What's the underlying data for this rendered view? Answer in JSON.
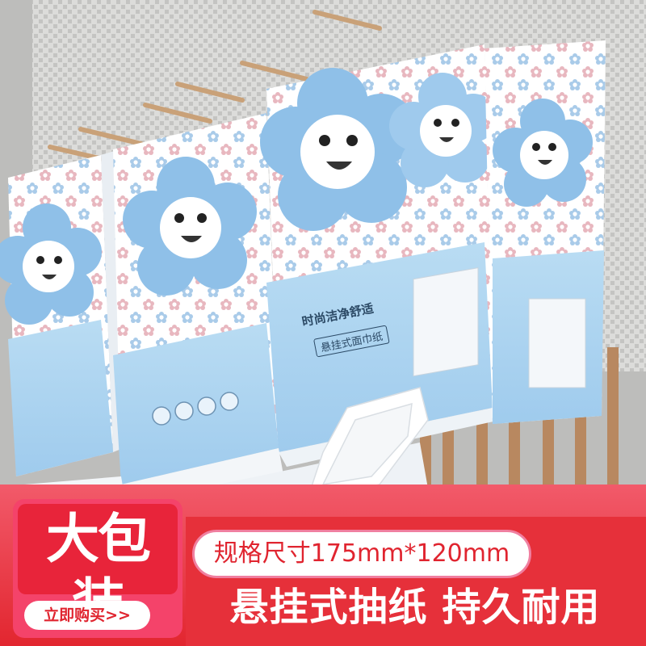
{
  "product": {
    "box_tagline": "时尚洁净舒适",
    "box_name": "悬挂式面巾纸"
  },
  "badge": {
    "title": "大包装",
    "cta": "立即购买>>"
  },
  "spec": "规格尺寸175mm*120mm",
  "slogan": {
    "left": "悬挂式抽纸",
    "right": "持久耐用"
  },
  "colors": {
    "accent_red": "#e0242f",
    "accent_pink": "#f07fa0",
    "box_blue": "#a9d3ef",
    "flower_blue": "#8fc0e8",
    "wall_gray": "#b9b9b7",
    "wood_slat": "#b88860"
  }
}
